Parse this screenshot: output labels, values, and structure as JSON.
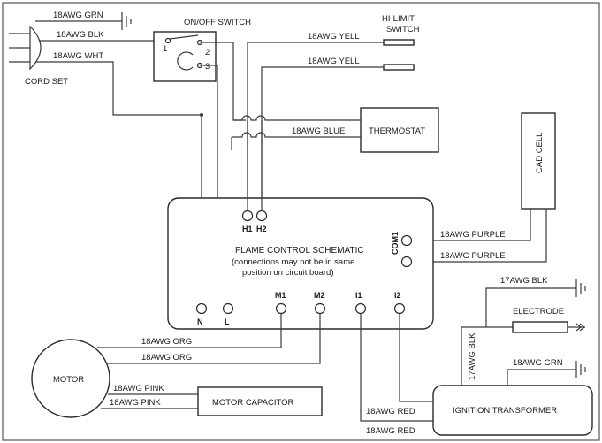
{
  "diagram": {
    "cord_set": {
      "label": "CORD SET",
      "wire_grn": "18AWG GRN",
      "wire_blk": "18AWG BLK",
      "wire_wht": "18AWG WHT"
    },
    "switch": {
      "label": "ON/OFF SWITCH",
      "pin1": "1",
      "pin2": "2",
      "pin3": "3"
    },
    "hilimit": {
      "label_line1": "HI-LIMIT",
      "label_line2": "SWITCH",
      "wire1": "18AWG YELL",
      "wire2": "18AWG YELL"
    },
    "thermostat": {
      "label": "THERMOSTAT",
      "wire": "18AWG BLUE"
    },
    "cad_cell": {
      "label": "CAD CELL",
      "wire1": "18AWG PURPLE",
      "wire2": "18AWG PURPLE"
    },
    "control_board": {
      "title": "FLAME CONTROL SCHEMATIC",
      "note_line1": "(connections may not be in same",
      "note_line2": "position on circuit board)",
      "terminals": {
        "h1": "H1",
        "h2": "H2",
        "com1": "COM1",
        "n": "N",
        "l": "L",
        "m1": "M1",
        "m2": "M2",
        "i1": "I1",
        "i2": "I2"
      }
    },
    "motor": {
      "label": "MOTOR",
      "wire_org1": "18AWG ORG",
      "wire_org2": "18AWG ORG",
      "wire_pink1": "18AWG PINK",
      "wire_pink2": "18AWG PINK"
    },
    "motor_capacitor": {
      "label": "MOTOR CAPACITOR"
    },
    "electrode": {
      "label": "ELECTRODE",
      "wire": "17AWG BLK"
    },
    "ignition_transformer": {
      "label": "IGNITION TRANSFORMER",
      "wire_blk": "17AWG BLK",
      "wire_grn": "18AWG GRN",
      "wire_red1": "18AWG RED",
      "wire_red2": "18AWG RED"
    }
  }
}
